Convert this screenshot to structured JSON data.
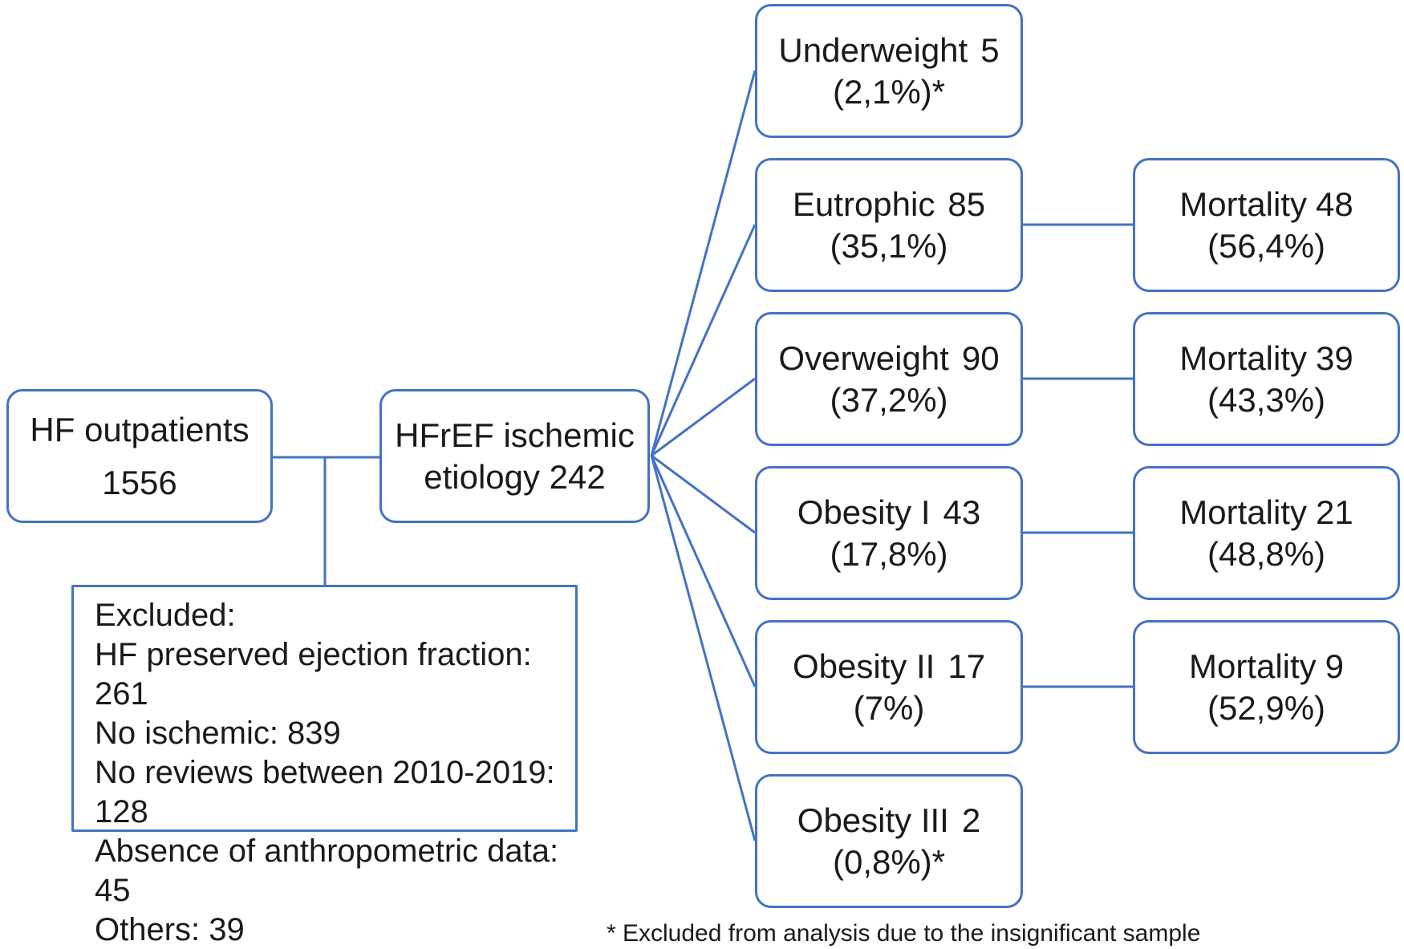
{
  "diagram": {
    "colors": {
      "line_blue": "#4472C4",
      "text": "#1a1a1a",
      "background": "#ffffff"
    },
    "source": {
      "label": "HF outpatients",
      "count": "1556"
    },
    "cohort": {
      "line1": "HFrEF ischemic",
      "line2": "etiology 242"
    },
    "excluded": {
      "title": "Excluded:",
      "items": [
        "HF preserved ejection fraction: 261",
        "No ischemic: 839",
        "No reviews between 2010-2019: 128",
        "Absence of anthropometric data: 45",
        "Others: 39"
      ]
    },
    "categories": [
      {
        "label": "Underweight",
        "count": "5",
        "pct": "(2,1%)*"
      },
      {
        "label": "Eutrophic",
        "count": "85",
        "pct": "(35,1%)"
      },
      {
        "label": "Overweight",
        "count": "90",
        "pct": "(37,2%)"
      },
      {
        "label": "Obesity I",
        "count": "43",
        "pct": "(17,8%)"
      },
      {
        "label": "Obesity II",
        "count": "17",
        "pct": "(7%)"
      },
      {
        "label": "Obesity III",
        "count": "2",
        "pct": "(0,8%)*"
      }
    ],
    "mortality": [
      {
        "label": "Mortality",
        "count": "48",
        "pct": "(56,4%)"
      },
      {
        "label": "Mortality",
        "count": "39",
        "pct": "(43,3%)"
      },
      {
        "label": "Mortality",
        "count": "21",
        "pct": "(48,8%)"
      },
      {
        "label": "Mortality",
        "count": "9",
        "pct": "(52,9%)"
      }
    ],
    "footnote": "* Excluded from analysis due to the insignificant sample"
  }
}
